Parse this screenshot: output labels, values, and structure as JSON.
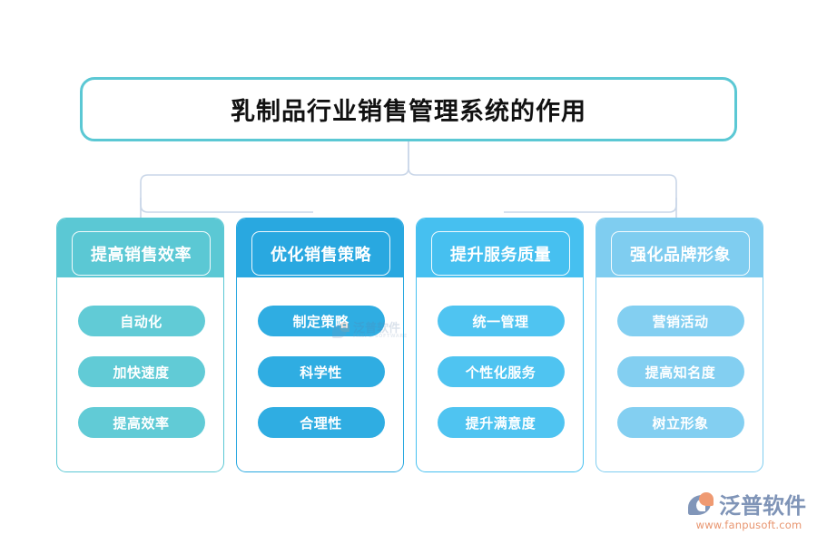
{
  "title": {
    "text": "乳制品行业销售管理系统的作用",
    "border_color": "#5bc8d4"
  },
  "logo": {
    "name_cn": "泛普软件",
    "url": "www.fanpusoft.com",
    "mark_icon": "fanpu-logo-icon",
    "text_color": "#7f94b7",
    "url_color": "#e8956f"
  },
  "watermark": {
    "name_cn": "泛普软件",
    "name_en": "FANPU SOFTWARE"
  },
  "columns": [
    {
      "id": "improve-sales-efficiency",
      "header": "提高销售效率",
      "color": "#5bc8d4",
      "pill_color": "#61cbd6",
      "items": [
        "自动化",
        "加快速度",
        "提高效率"
      ]
    },
    {
      "id": "optimize-sales-strategy",
      "header": "优化销售策略",
      "color": "#29a8e0",
      "pill_color": "#2fadE2",
      "items": [
        "制定策略",
        "科学性",
        "合理性"
      ]
    },
    {
      "id": "improve-service-quality",
      "header": "提升服务质量",
      "color": "#46c0f0",
      "pill_color": "#4fc4f1",
      "items": [
        "统一管理",
        "个性化服务",
        "提升满意度"
      ]
    },
    {
      "id": "strengthen-brand-image",
      "header": "强化品牌形象",
      "color": "#7fcdf0",
      "pill_color": "#83cff1",
      "items": [
        "营销活动",
        "提高知名度",
        "树立形象"
      ]
    }
  ],
  "connector": {
    "color": "#c9d6e8",
    "description": "bracket tree from title to four columns"
  }
}
